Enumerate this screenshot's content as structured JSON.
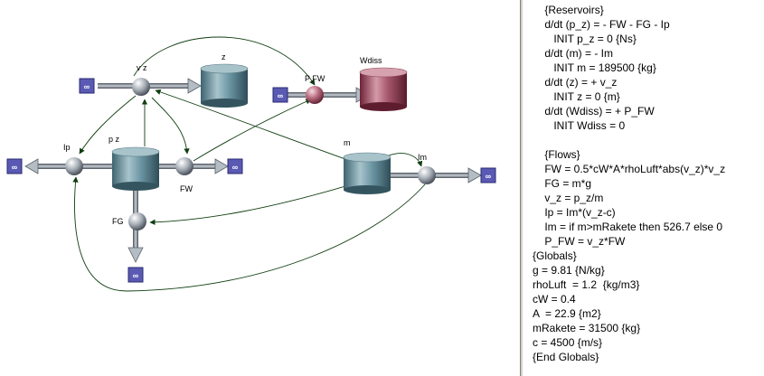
{
  "diagram": {
    "labels": {
      "vz": "v z",
      "z": "z",
      "pfw": "P FW",
      "wdiss": "Wdiss",
      "ip": "Ip",
      "pz": "p z",
      "fw": "FW",
      "m": "m",
      "im": "Im",
      "fg": "FG"
    },
    "cloud_text": "∞",
    "colors": {
      "tank": "#5b8797",
      "tank_pink": "#a0475d",
      "cloud": "#5a5ab4",
      "sphere": "#9aa2ac",
      "pipe": "#6e7884"
    }
  },
  "equations": [
    "    {Reservoirs}",
    "    d/dt (p_z) = - FW - FG - Ip",
    "       INIT p_z = 0 {Ns}",
    "    d/dt (m) = - Im",
    "       INIT m = 189500 {kg}",
    "    d/dt (z) = + v_z",
    "       INIT z = 0 {m}",
    "    d/dt (Wdiss) = + P_FW",
    "       INIT Wdiss = 0",
    "",
    "    {Flows}",
    "    FW = 0.5*cW*A*rhoLuft*abs(v_z)*v_z",
    "    FG = m*g",
    "    v_z = p_z/m",
    "    Ip = Im*(v_z-c)",
    "    Im = if m>mRakete then 526.7 else 0",
    "    P_FW = v_z*FW",
    "{Globals}",
    "g = 9.81 {N/kg}",
    "rhoLuft  = 1.2  {kg/m3}",
    "cW = 0.4",
    "A  = 22.9 {m2}",
    "mRakete = 31500 {kg}",
    "c = 4500 {m/s}",
    "{End Globals}"
  ]
}
